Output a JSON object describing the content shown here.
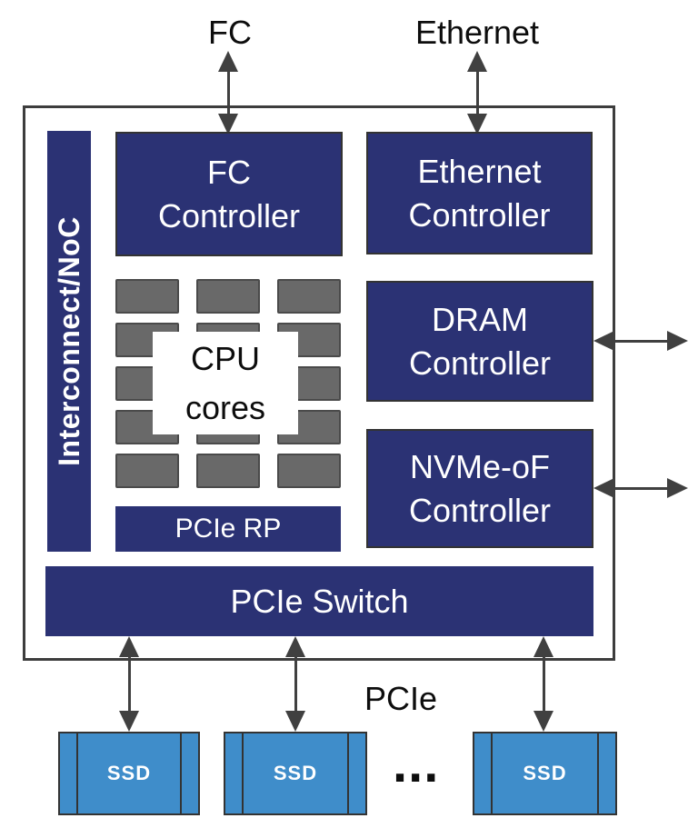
{
  "ports": {
    "fc_label": "FC",
    "ethernet_label": "Ethernet",
    "pcie_label": "PCIe"
  },
  "chip": {
    "interconnect": {
      "label": "Interconnect/NoC"
    },
    "fc_controller": {
      "label": "FC\nController"
    },
    "ethernet_controller": {
      "label": "Ethernet\nController"
    },
    "dram_controller": {
      "label": "DRAM\nController"
    },
    "nvme_of_controller": {
      "label": "NVMe-oF\nController"
    },
    "cpu": {
      "label": "CPU\ncores",
      "grid": {
        "rows": 5,
        "cols": 3
      }
    },
    "pcie_rp": {
      "label": "PCIe RP"
    },
    "pcie_switch": {
      "label": "PCIe Switch"
    }
  },
  "ssds": [
    {
      "label": "SSD"
    },
    {
      "label": "SSD"
    },
    {
      "label": "SSD"
    }
  ],
  "ellipsis": "...",
  "colors": {
    "navy": "#2b3274",
    "box_border": "#333333",
    "outer_border": "#3d3d3d",
    "core_gray": "#696969",
    "core_border": "#4a4a4a",
    "ssd_blue": "#3f8dca",
    "arrow": "#404040",
    "ink": "#0d0d0d"
  }
}
